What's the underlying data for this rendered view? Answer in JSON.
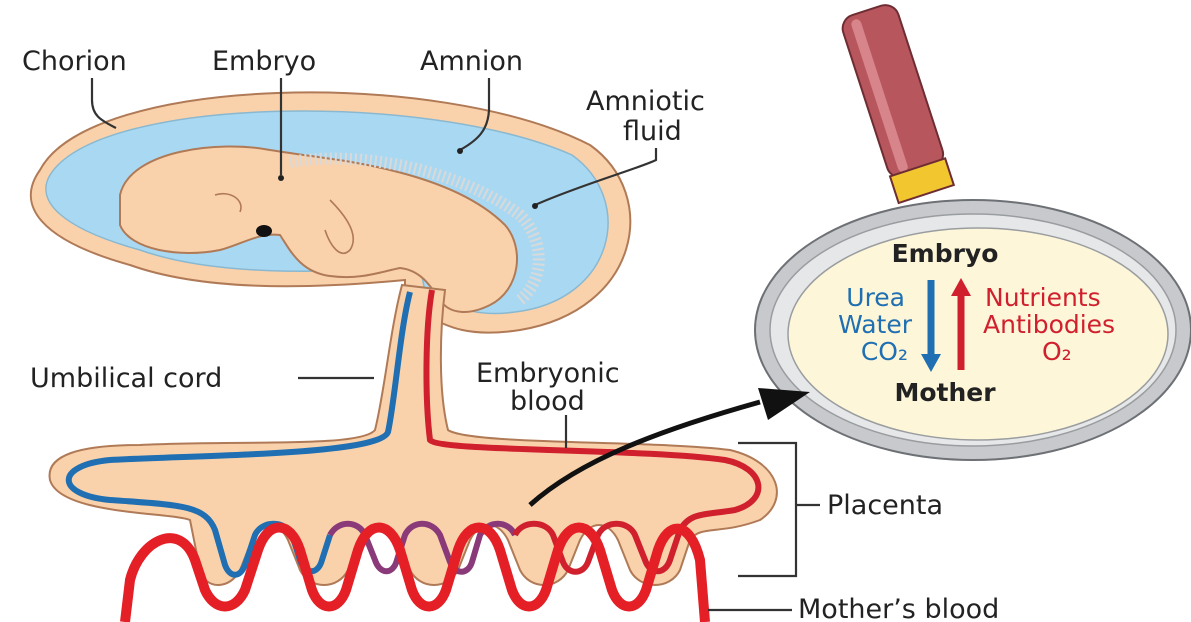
{
  "labels": {
    "chorion": "Chorion",
    "embryo": "Embryo",
    "amnion": "Amnion",
    "amniotic_fluid_line1": "Amniotic",
    "amniotic_fluid_line2": "fluid",
    "umbilical_cord": "Umbilical cord",
    "embryonic_blood_line1": "Embryonic",
    "embryonic_blood_line2": "blood",
    "placenta": "Placenta",
    "mothers_blood": "Mother’s blood"
  },
  "magnifier": {
    "top_label": "Embryo",
    "bottom_label": "Mother",
    "to_mother": [
      "Urea",
      "Water",
      "CO₂"
    ],
    "to_embryo": [
      "Nutrients",
      "Antibodies",
      "O₂"
    ]
  },
  "colors": {
    "embryonic_vein": "#1f6fb2",
    "embryonic_artery": "#d0202e",
    "mixed_capillary": "#8a3a78",
    "tissue": "#f9d2ac",
    "amniotic_fluid": "#a9d9f2",
    "lens_fill": "#fdf6d9",
    "handle": "#b8565e",
    "ferrule": "#f2c62e"
  }
}
